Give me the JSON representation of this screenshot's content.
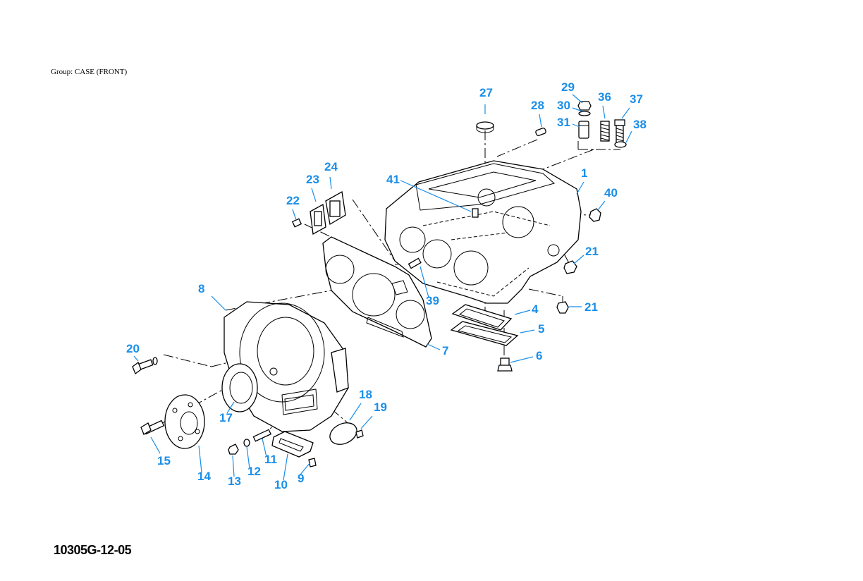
{
  "group_title": "Group: CASE (FRONT)",
  "figure_id": "10305G-12-05",
  "callout_color": "#1a8ee8",
  "callouts": [
    {
      "label": "27"
    },
    {
      "label": "29"
    },
    {
      "label": "36"
    },
    {
      "label": "37"
    },
    {
      "label": "28"
    },
    {
      "label": "30"
    },
    {
      "label": "31"
    },
    {
      "label": "38"
    },
    {
      "label": "24"
    },
    {
      "label": "23"
    },
    {
      "label": "22"
    },
    {
      "label": "41"
    },
    {
      "label": "1"
    },
    {
      "label": "40"
    },
    {
      "label": "21"
    },
    {
      "label": "8"
    },
    {
      "label": "39"
    },
    {
      "label": "4"
    },
    {
      "label": "21"
    },
    {
      "label": "5"
    },
    {
      "label": "20"
    },
    {
      "label": "7"
    },
    {
      "label": "6"
    },
    {
      "label": "18"
    },
    {
      "label": "19"
    },
    {
      "label": "17"
    },
    {
      "label": "15"
    },
    {
      "label": "11"
    },
    {
      "label": "14"
    },
    {
      "label": "13"
    },
    {
      "label": "12"
    },
    {
      "label": "10"
    },
    {
      "label": "9"
    }
  ]
}
